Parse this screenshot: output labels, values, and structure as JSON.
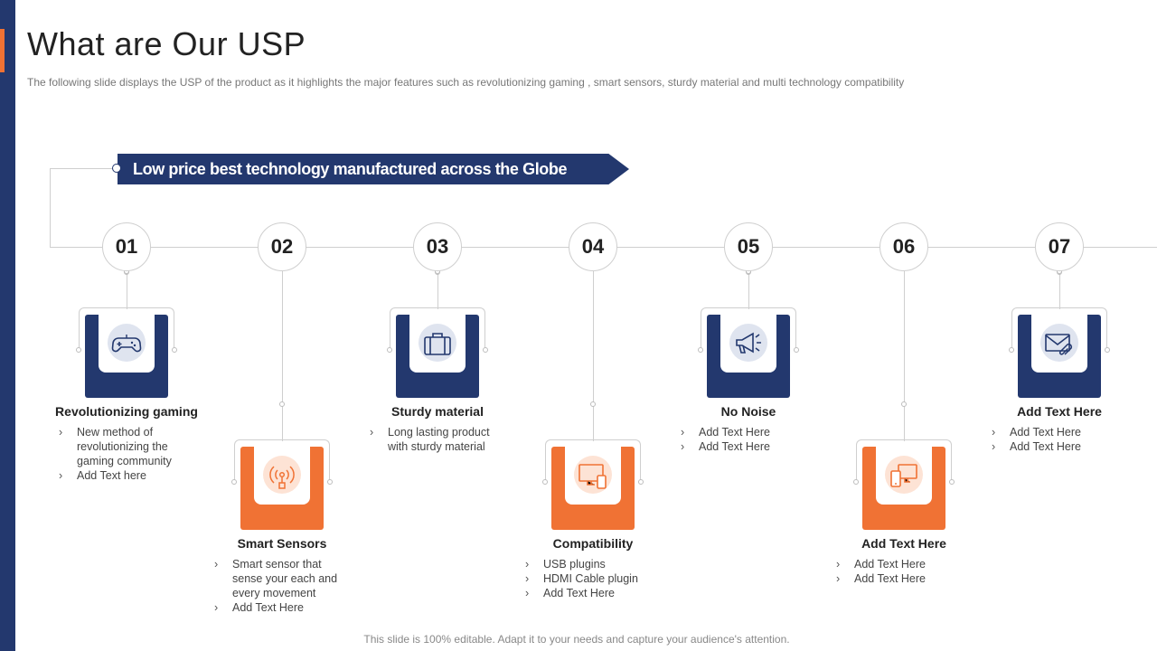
{
  "slide": {
    "title": "What are Our USP",
    "subtitle": "The following  slide displays the USP of the product as it highlights the major features such as revolutionizing  gaming , smart sensors, sturdy material and multi technology compatibility",
    "banner": "Low price best technology manufactured across the Globe",
    "footer": "This slide is 100% editable. Adapt it to your needs and capture your audience's attention."
  },
  "colors": {
    "navy": "#23386e",
    "orange": "#f07234",
    "line": "#cfcfcf"
  },
  "steps": [
    {
      "number": "01",
      "title": "Revolutionizing gaming",
      "icon": "gamepad-icon",
      "color": "navy",
      "bullets": [
        "New method of revolutionizing  the gaming community",
        "Add Text here"
      ]
    },
    {
      "number": "02",
      "title": "Smart Sensors",
      "icon": "sensor-antenna-icon",
      "color": "orange",
      "bullets": [
        "Smart sensor that sense your each and every  movement",
        "Add Text Here"
      ]
    },
    {
      "number": "03",
      "title": "Sturdy material",
      "icon": "briefcase-icon",
      "color": "navy",
      "bullets": [
        "Long lasting product with sturdy material"
      ]
    },
    {
      "number": "04",
      "title": "Compatibility",
      "icon": "monitor-phone-icon",
      "color": "orange",
      "bullets": [
        "USB plugins",
        "HDMI Cable plugin",
        "Add Text Here"
      ]
    },
    {
      "number": "05",
      "title": "No Noise",
      "icon": "megaphone-icon",
      "color": "navy",
      "bullets": [
        "Add Text Here",
        "Add Text Here"
      ]
    },
    {
      "number": "06",
      "title": "Add  Text Here",
      "icon": "devices-icon",
      "color": "orange",
      "bullets": [
        "Add Text Here",
        "Add Text Here"
      ]
    },
    {
      "number": "07",
      "title": "Add  Text Here",
      "icon": "mail-attachment-icon",
      "color": "navy",
      "bullets": [
        "Add Text Here",
        "Add Text Here"
      ]
    }
  ]
}
